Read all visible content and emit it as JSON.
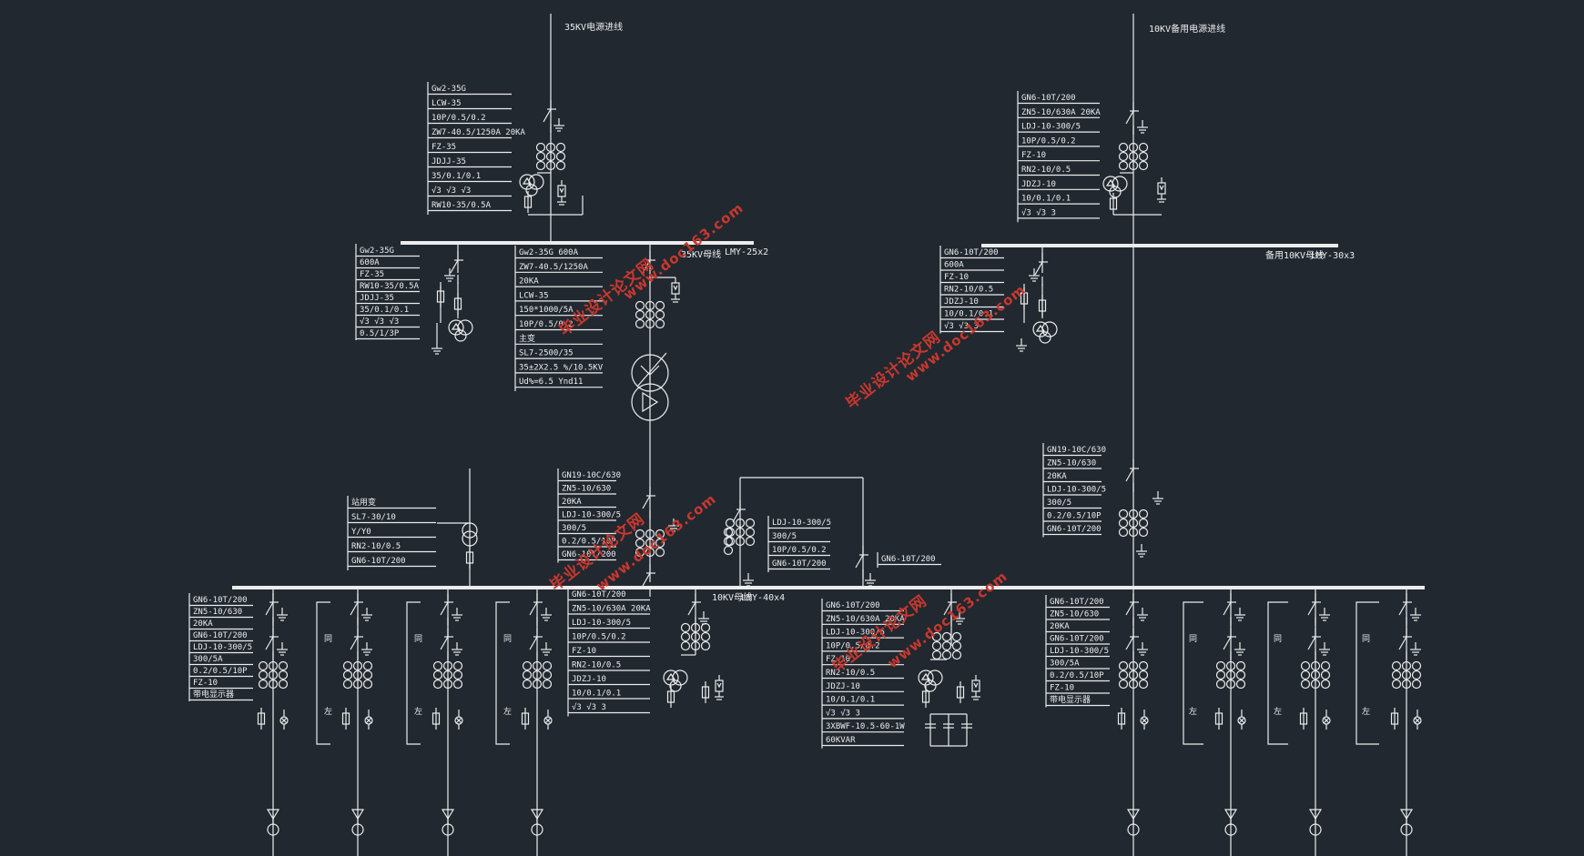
{
  "labels": {
    "incoming_35kv": "35KV电源进线",
    "incoming_10kv": "10KV备用电源进线",
    "bus_35kv": "35KV母线",
    "bus_35kv_spec": "LMY-25x2",
    "bus_10kv_spare": "备用10KV母线",
    "bus_10kv_spare_spec": "LMY-30x3",
    "bus_10kv": "10KV母线",
    "bus_10kv_spec": "LMY-40x4"
  },
  "boxes": {
    "b35_incoming": [
      "Gw2-35G",
      "LCW-35",
      "10P/0.5/0.2",
      "ZW7-40.5/1250A 20KA",
      "FZ-35",
      "JDJJ-35",
      "35/0.1/0.1",
      "√3 √3 √3",
      "RW10-35/0.5A"
    ],
    "b35_pt": [
      "Gw2-35G",
      "600A",
      "FZ-35",
      "RW10-35/0.5A",
      "JDJJ-35",
      "35/0.1/0.1",
      "√3 √3 √3",
      "0.5/1/3P"
    ],
    "b35_main": [
      "Gw2-35G 600A",
      "ZW7-40.5/1250A",
      "20KA",
      "LCW-35",
      "150*1000/5A",
      "10P/0.5/0.2",
      "主变",
      "SL7-2500/35",
      "35±2X2.5 %/10.5KV",
      "Ud%=6.5 Ynd11"
    ],
    "b10_spare_in": [
      "GN6-10T/200",
      "ZN5-10/630A 20KA",
      "LDJ-10-300/5",
      "10P/0.5/0.2",
      "FZ-10",
      "RN2-10/0.5",
      "JDZJ-10",
      "10/0.1/0.1",
      "√3 √3 3"
    ],
    "b10_spare_pt": [
      "GN6-10T/200",
      "600A",
      "FZ-10",
      "RN2-10/0.5",
      "JDZJ-10",
      "10/0.1/0.1",
      "√3 √3 3"
    ],
    "b10_tie": [
      "GN19-10C/630",
      "ZN5-10/630",
      "20KA",
      "LDJ-10-300/5",
      "300/5",
      "0.2/0.5/10P",
      "GN6-10T/200"
    ],
    "b_station": [
      "站用变",
      "SL7-30/10",
      "Y/Y0",
      "RN2-10/0.5",
      "GN6-10T/200"
    ],
    "b_main_lv": [
      "GN19-10C/630",
      "ZN5-10/630",
      "20KA",
      "LDJ-10-300/5",
      "300/5",
      "0.2/0.5/10P",
      "GN6-10T/200"
    ],
    "b_ct_tie": [
      "LDJ-10-300/5",
      "300/5",
      "10P/0.5/0.2",
      "GN6-10T/200"
    ],
    "b_gn_single": [
      "GN6-10T/200"
    ],
    "b_feeder_l": [
      "GN6-10T/200",
      "ZN5-10/630",
      "20KA",
      "GN6-10T/200",
      "LDJ-10-300/5",
      "300/5A",
      "0.2/0.5/10P",
      "FZ-10",
      "带电显示器"
    ],
    "b_feeder_r": [
      "GN6-10T/200",
      "ZN5-10/630",
      "20KA",
      "GN6-10T/200",
      "LDJ-10-300/5",
      "300/5A",
      "0.2/0.5/10P",
      "FZ-10",
      "带电显示器"
    ],
    "b_pt_lv": [
      "GN6-10T/200",
      "ZN5-10/630A 20KA",
      "LDJ-10-300/5",
      "10P/0.5/0.2",
      "FZ-10",
      "RN2-10/0.5",
      "JDZJ-10",
      "10/0.1/0.1",
      "√3 √3 3"
    ],
    "b_cap": [
      "GN6-10T/200",
      "ZN5-10/630A 20KA",
      "LDJ-10-300/5",
      "10P/0.5/0.2",
      "FZ-10",
      "RN2-10/0.5",
      "JDZJ-10",
      "10/0.1/0.1",
      "√3 √3 3",
      "3XBWF-10.5-60-1W",
      "60KVAR"
    ]
  },
  "feeder_tags": [
    "同",
    "左",
    "同",
    "左",
    "同",
    "左",
    "同",
    "左",
    "同",
    "左",
    "同",
    "左"
  ],
  "watermarks": [
    "毕业设计论文网",
    "www.doc163.com"
  ]
}
